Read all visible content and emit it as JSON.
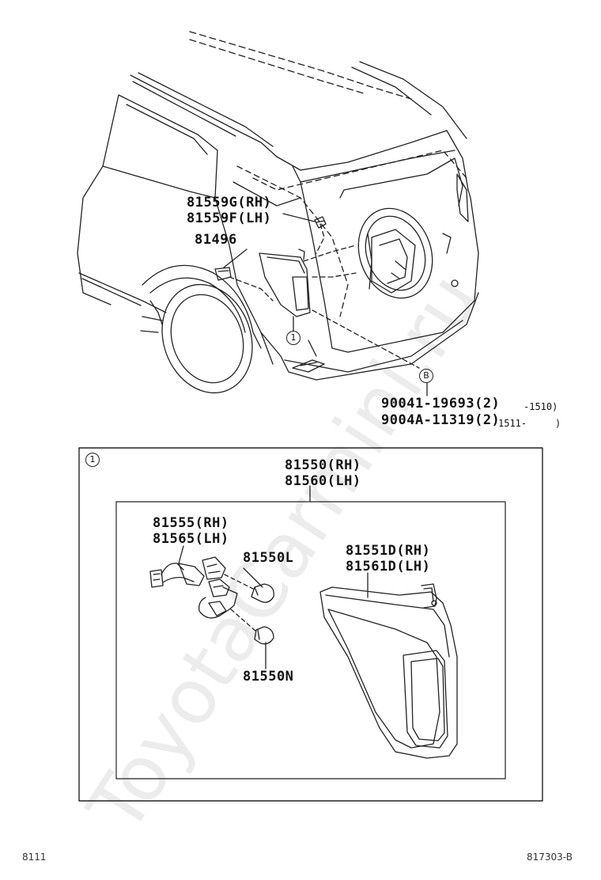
{
  "watermark": "ToyotaCarmini.ru",
  "upper": {
    "clip_rh": "81559G(RH)",
    "clip_lh": "81559F(LH)",
    "grommet": "81496",
    "ref_1": "1",
    "ref_b": "B",
    "screw_a": "90041-19693(2)",
    "screw_a_range": "-1510)",
    "screw_b": "9004A-11319(2)",
    "screw_b_range": "1511-",
    "screw_b_close": ")"
  },
  "detail": {
    "ref_1": "1",
    "assy_rh": "81550(RH)",
    "assy_lh": "81560(LH)",
    "socket_rh": "81555(RH)",
    "socket_lh": "81565(LH)",
    "bulb_l": "81550L",
    "bulb_n": "81550N",
    "lens_rh": "81551D(RH)",
    "lens_lh": "81561D(LH)"
  },
  "footer": {
    "left": "8111",
    "right": "817303-B"
  }
}
